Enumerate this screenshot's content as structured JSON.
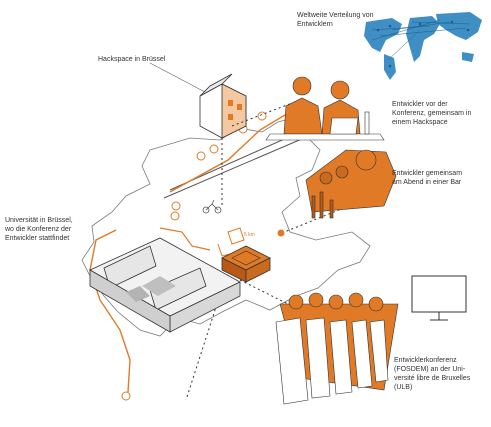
{
  "labels": {
    "worldwide": "Weltweite Verteilung von\nEntwicklern",
    "hackspace": "Hackspace in Brüssel",
    "dev_hackspace": "Entwickler vor der\nKonferenz, gemeinsam in\neinem Hackspace",
    "dev_bar": "Entwickler gemeinsam\nam Abend in einer Bar",
    "university": "Universität in Brüssel,\nwo die Konferenz der\nEntwickler stattfindet",
    "conference": "Entwicklerkonferenz\n(FOSDEM) an der Uni-\nversité libre de Bruxelles\n(ULB)"
  },
  "map_distance": "5 km",
  "colors": {
    "orange": "#e07a26",
    "orange_dark": "#b85a16",
    "map_blue": "#3f8fc4",
    "line": "#3a3a3a",
    "gray": "#9a9a9a"
  },
  "icons": [
    "world-map-icon",
    "hackspace-building-icon",
    "university-building-icon",
    "bar-scene-icon",
    "conference-audience-icon",
    "projector-screen-icon",
    "bicycle-icon",
    "pin-icon"
  ]
}
